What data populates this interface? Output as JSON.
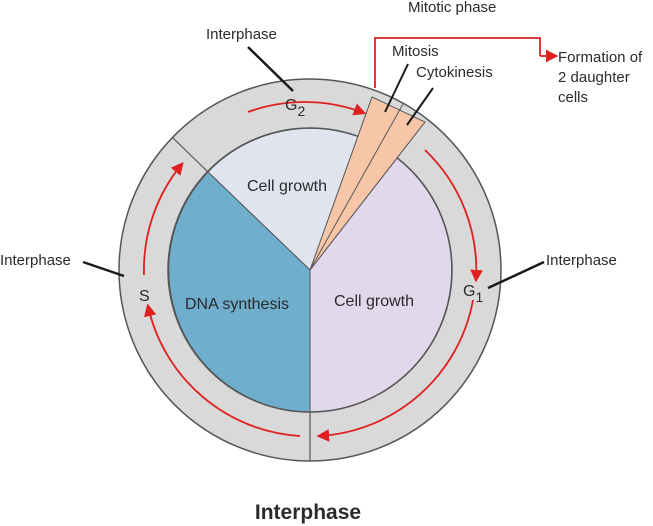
{
  "colors": {
    "outer_ring": "#d9d9da",
    "ring_stroke": "#555555",
    "g2_sector": "#dfe4ee",
    "s_sector": "#6faecc",
    "g1_sector": "#e2d8ec",
    "mitotic_wedge": "#f7c6a8",
    "arrow": "#e02020",
    "leader": "#1a1a1a"
  },
  "labels": {
    "mitotic_phase": "Mitotic phase",
    "mitosis": "Mitosis",
    "cytokinesis": "Cytokinesis",
    "formation_line1": "Formation of",
    "formation_line2": "2 daughter",
    "formation_line3": "cells",
    "interphase_top": "Interphase",
    "interphase_left": "Interphase",
    "interphase_right": "Interphase",
    "g2_letter": "G",
    "g2_sub": "2",
    "g1_letter": "G",
    "g1_sub": "1",
    "s": "S",
    "sector_g2": "Cell growth",
    "sector_s": "DNA synthesis",
    "sector_g1": "Cell growth"
  },
  "title": "Interphase"
}
